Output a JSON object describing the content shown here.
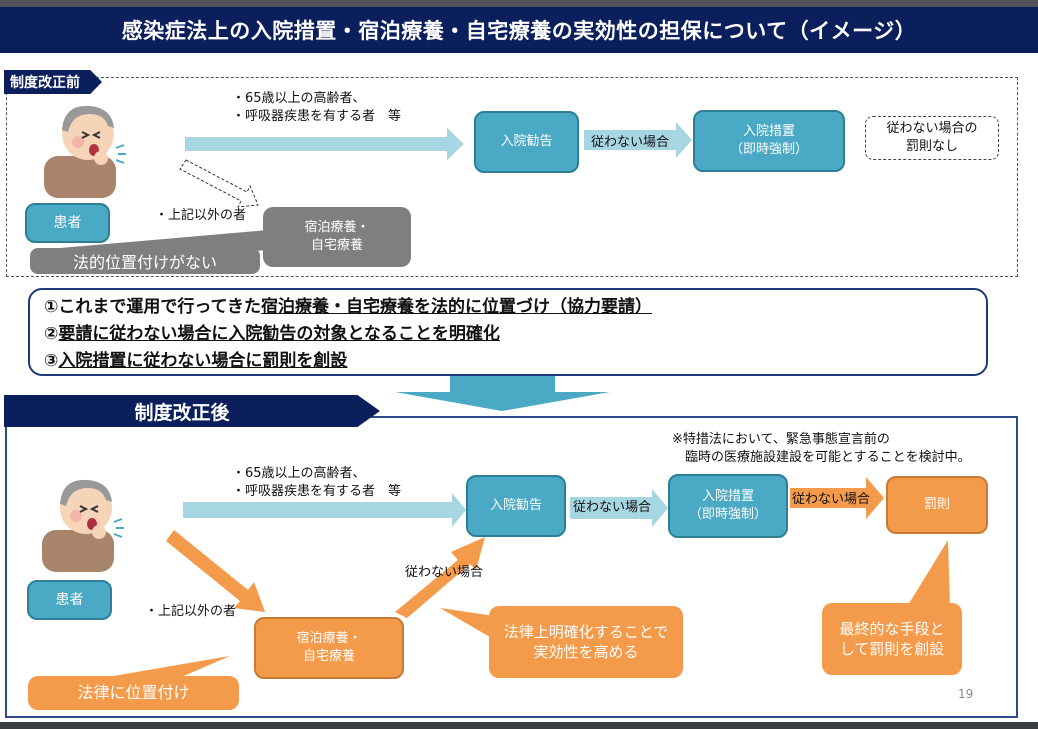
{
  "title": "感染症法上の入院措置・宿泊療養・自宅療養の実効性の担保について（イメージ）",
  "colors": {
    "navy": "#0b1f5c",
    "teal": "#4aa9c4",
    "light_teal_arrow": "#a7d6e3",
    "orange": "#f39a4b",
    "gray": "#7f7f7f"
  },
  "before": {
    "tag": "制度改正前",
    "patient_label": "患者",
    "patient_icon": "coughing-elderly-person-illustration",
    "high_risk_criteria": [
      "・65歳以上の高齢者、",
      "・呼吸器疾患を有する者　等"
    ],
    "other_persons": "・上記以外の者",
    "hospitalization_recommendation": "入院勧告",
    "noncompliance_label": "従わない場合",
    "hospitalization_measure": [
      "入院措置",
      "（即時強制）"
    ],
    "no_penalty": [
      "従わない場合の",
      "罰則なし"
    ],
    "lodging_home_care": [
      "宿泊療養・",
      "自宅療養"
    ],
    "no_legal_status": "法的位置付けがない"
  },
  "summary": {
    "items": [
      {
        "prefix": "①これまで運用で行ってきた",
        "underlined": "宿泊療養・自宅療養を法的に位置づけ（協力要請）"
      },
      {
        "prefix": "②",
        "underlined": "要請に従わない場合に入院勧告の対象となることを明確化"
      },
      {
        "prefix": "③",
        "underlined": "入院措置に従わない場合に罰則を創設"
      }
    ]
  },
  "after": {
    "tag": "制度改正後",
    "note": [
      "※特措法において、緊急事態宣言前の",
      "　臨時の医療施設建設を可能とすることを検討中。"
    ],
    "patient_label": "患者",
    "patient_icon": "coughing-elderly-person-illustration",
    "high_risk_criteria": [
      "・65歳以上の高齢者、",
      "・呼吸器疾患を有する者　等"
    ],
    "other_persons": "・上記以外の者",
    "hospitalization_recommendation": "入院勧告",
    "noncompliance_label_1": "従わない場合",
    "hospitalization_measure": [
      "入院措置",
      "（即時強制）"
    ],
    "noncompliance_label_2": "従わない場合",
    "penalty": "罰則",
    "noncompliance_label_3": "従わない場合",
    "lodging_home_care": [
      "宿泊療養・",
      "自宅療養"
    ],
    "legal_status": "法律に位置付け",
    "callout_effectiveness": [
      "法律上明確化することで",
      "実効性を高める"
    ],
    "callout_last_resort": [
      "最終的な手段と",
      "して罰則を創設"
    ]
  },
  "page_number": "19"
}
